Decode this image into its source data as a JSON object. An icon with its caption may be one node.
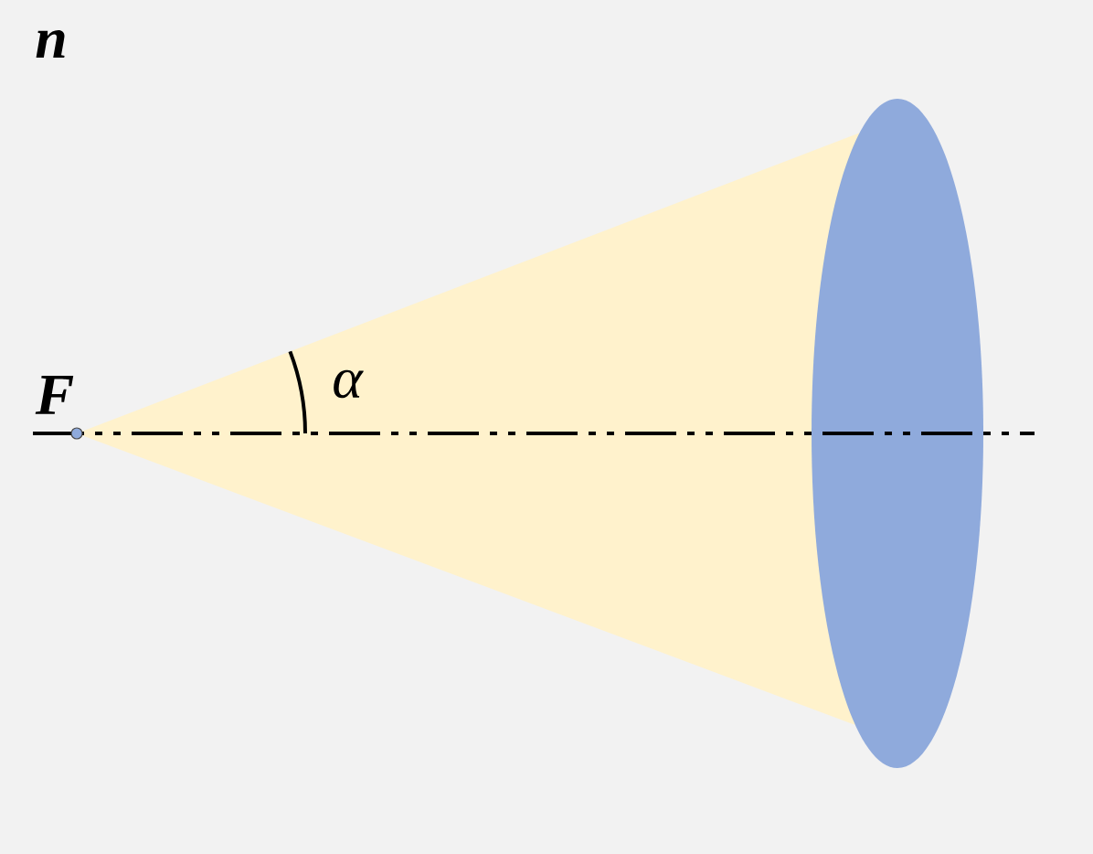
{
  "diagram": {
    "labels": [
      "n",
      "F",
      "α"
    ]
  }
}
